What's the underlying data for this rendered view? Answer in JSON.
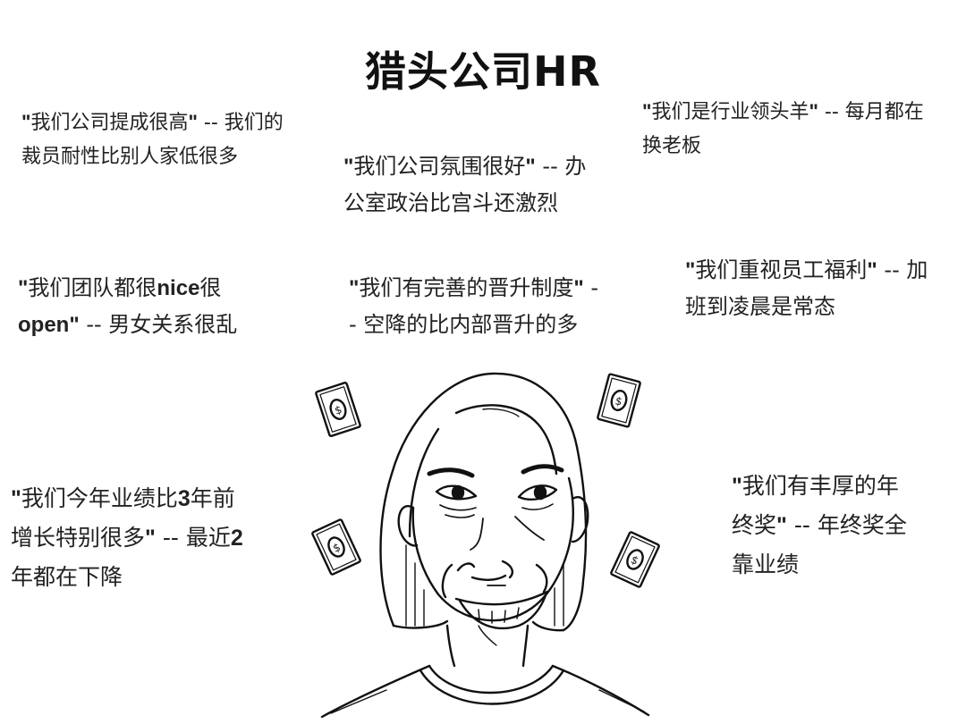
{
  "title": "猎头公司HR",
  "quotes": [
    {
      "id": "commission",
      "claim": "我们公司提成很高",
      "truth_line1": "我们的",
      "truth_line2": "裁员耐性比别人家低很多"
    },
    {
      "id": "atmosphere",
      "claim": "我们公司氛围很好",
      "truth_line1": "办",
      "truth_line2": "公室政治比宫斗还激烈"
    },
    {
      "id": "leader",
      "claim": "我们是行业领头羊",
      "truth_line1": "每月都在",
      "truth_line2": "换老板"
    },
    {
      "id": "team",
      "claim_part1": "我们团队都很",
      "claim_bold1": "nice",
      "claim_part2": "很",
      "claim_bold2": "open",
      "truth": "男女关系很乱"
    },
    {
      "id": "promotion",
      "claim": "我们有完善的晋升制度",
      "truth": "空降的比内部晋升的多"
    },
    {
      "id": "welfare",
      "claim": "我们重视员工福利",
      "truth_line1": "加",
      "truth_line2": "班到凌晨是常态"
    },
    {
      "id": "performance",
      "claim_part1": "我们今年业绩比",
      "claim_bold1": "3",
      "claim_part2": "年前",
      "claim_line2": "增长特别很多",
      "truth_part1": "最近",
      "truth_bold": "2",
      "truth_line3": "年都在下降"
    },
    {
      "id": "bonus",
      "claim_line1": "我们有丰厚的年",
      "claim_line2": "终奖",
      "truth_line2": "年终奖全",
      "truth_line3": "靠业绩"
    }
  ],
  "punct": {
    "quote_mark": "\"",
    "dash": " -- ",
    "dash_split_a": " -",
    "dash_split_b": "- "
  },
  "illustration": {
    "subject": "smiling-hr-woman-line-drawing",
    "money_icons": [
      "money-bill-icon",
      "money-bill-icon",
      "money-bill-icon",
      "money-bill-icon"
    ]
  }
}
